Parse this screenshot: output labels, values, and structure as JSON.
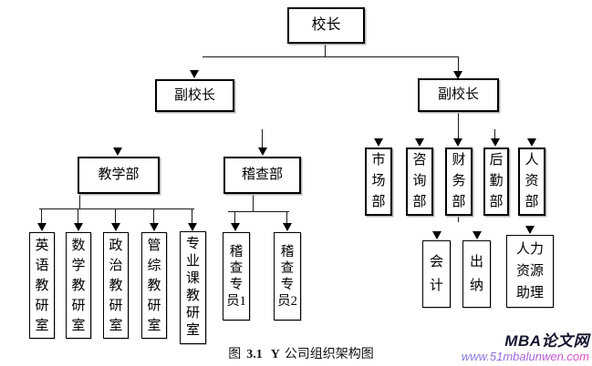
{
  "diagram": {
    "root": "校长",
    "vice_left": "副校长",
    "vice_right": "副校长",
    "teaching_dept": "教学部",
    "inspection_dept": "稽查部",
    "teaching_offices": [
      "英语教研室",
      "数学教研室",
      "政治教研室",
      "管综教研室",
      "专业课教研室"
    ],
    "inspectors": [
      "稽查专员1",
      "稽查专员2"
    ],
    "right_depts": [
      "市场部",
      "咨询部",
      "财务部",
      "后勤部",
      "人资部"
    ],
    "finance_subs": [
      "会计",
      "出纳"
    ],
    "hr_sub": "人力资源助理"
  },
  "caption": {
    "fig_label": "图",
    "fig_number": "3.1",
    "company": "Y",
    "text": "公司组织架构图"
  },
  "watermark": {
    "site_name": "MBA论文网",
    "url": "www.51mbalunwen.com",
    "brand_color": "#14142e",
    "url_gradient_start": "#7d7ce0",
    "url_gradient_end": "#e746c2"
  }
}
